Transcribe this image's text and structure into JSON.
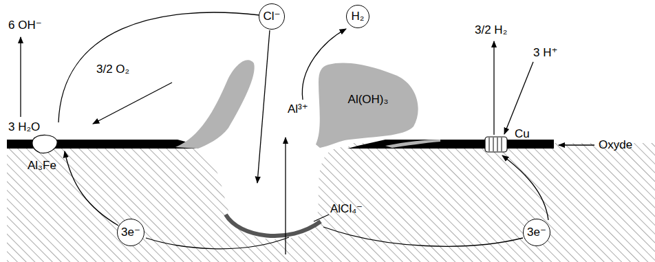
{
  "diagram": {
    "nodes": [
      {
        "text": [
          "Cl⁻"
        ]
      },
      {
        "text": [
          "H₂"
        ]
      },
      {
        "text": [
          "Al(OH)₃"
        ]
      },
      {
        "text": [
          "3e⁻"
        ]
      },
      {
        "text": [
          "3e⁻"
        ]
      }
    ],
    "labels": [
      "6 OH⁻",
      "3/2 O₂",
      "3 H₂O",
      "Al₃Fe",
      "Al³⁺",
      "3/2 H₂",
      "3 H⁺",
      "Cu",
      "Oxyde",
      "AlCl₄⁻"
    ]
  }
}
